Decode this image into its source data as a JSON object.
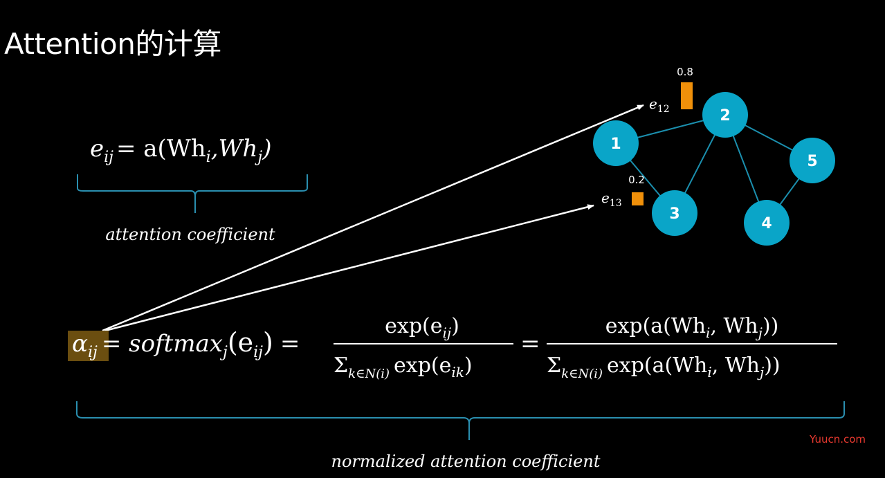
{
  "title": "Attention的计算",
  "formula_top": {
    "lhs_var": "e",
    "lhs_sub": "ij",
    "rhs": "= a(Wh",
    "rhs_sub_i": "i",
    "mid": ",Wh",
    "rhs_sub_j": "j",
    "close": ")"
  },
  "caption_top": "attention coefficient",
  "caption_bottom": "normalized attention coefficient",
  "formula_bottom": {
    "alpha": "α",
    "alpha_sub": "ij",
    "softmax": "= softmax",
    "softmax_sub": "j",
    "softmax_arg_open": "(e",
    "softmax_arg_sub": "ij",
    "softmax_arg_close": ")",
    "eq1": "=",
    "frac1_num": "exp(e",
    "frac1_num_sub": "ij",
    "frac1_num_close": ")",
    "frac1_den_sum": "Σ",
    "frac1_den_sum_sub": "k∈N(i)",
    "frac1_den": "exp(e",
    "frac1_den_sub": "ik",
    "frac1_den_close": ")",
    "eq2": "=",
    "frac2_num": "exp(a(Wh",
    "frac2_num_sub_i": "i",
    "frac2_num_mid": ", Wh",
    "frac2_num_sub_j": "j",
    "frac2_num_close": "))",
    "frac2_den_sum": "Σ",
    "frac2_den_sum_sub": "k∈N(i)",
    "frac2_den": "exp(a(Wh",
    "frac2_den_sub_i": "i",
    "frac2_den_mid": ", Wh",
    "frac2_den_sub_j": "j",
    "frac2_den_close": "))"
  },
  "graph": {
    "nodes": [
      {
        "label": "1"
      },
      {
        "label": "2"
      },
      {
        "label": "3"
      },
      {
        "label": "4"
      },
      {
        "label": "5"
      }
    ],
    "e12": {
      "var": "e",
      "sub": "12",
      "value": "0.8"
    },
    "e13": {
      "var": "e",
      "sub": "13",
      "value": "0.2"
    }
  },
  "colors": {
    "background": "#000000",
    "node_fill": "#0aa5c8",
    "edge": "#1b8fae",
    "brace": "#2a8fb0",
    "bar": "#f0900a",
    "alpha_highlight": "#6b4e10",
    "watermark": "#e8392f"
  },
  "watermark": "Yuucn.com"
}
